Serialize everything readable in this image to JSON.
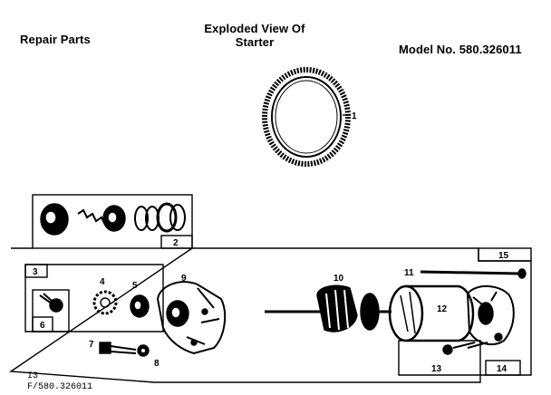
{
  "header": {
    "left": "Repair Parts",
    "title_line1": "Exploded View Of",
    "title_line2": "Starter",
    "model": "Model No. 580.326011"
  },
  "callouts": {
    "c1": "1",
    "c2": "2",
    "c3": "3",
    "c4": "4",
    "c5": "5",
    "c6": "6",
    "c7": "7",
    "c8": "8",
    "c9": "9",
    "c10": "10",
    "c11": "11",
    "c12": "12",
    "c13": "13",
    "c14": "14",
    "c15": "15"
  },
  "footer": {
    "line1": "I3",
    "line2": "F/580.326011"
  }
}
